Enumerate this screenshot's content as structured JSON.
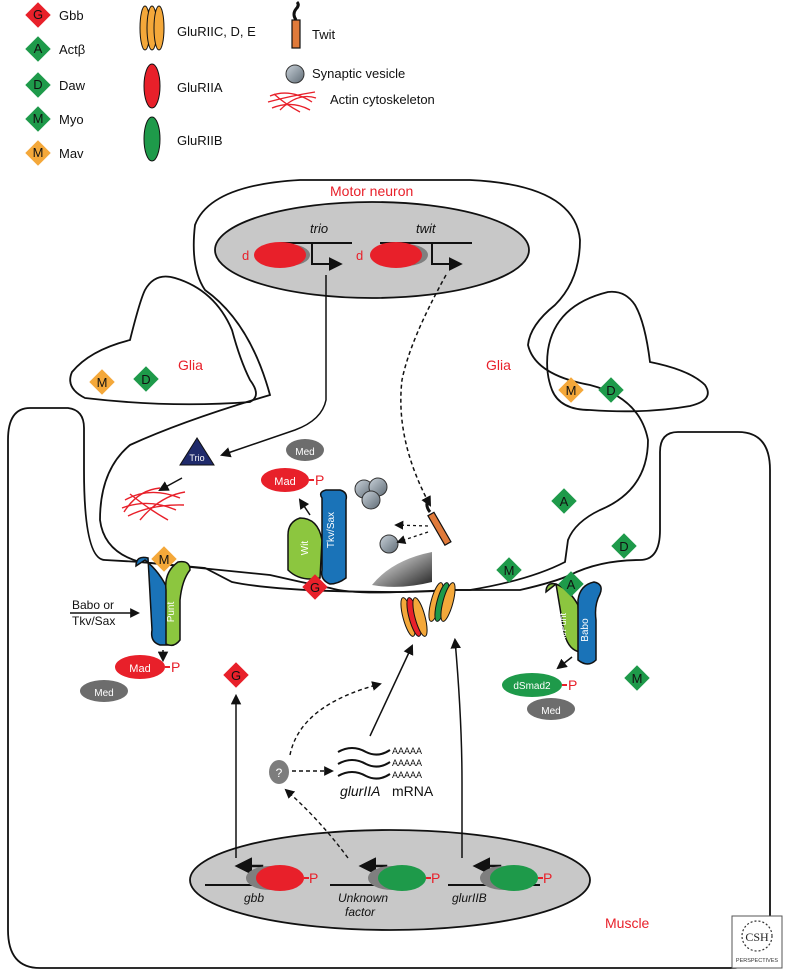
{
  "legend": {
    "ligands": [
      {
        "letter": "G",
        "name": "Gbb",
        "color": "#e8202a"
      },
      {
        "letter": "A",
        "name": "Actβ",
        "color": "#1e9a4a"
      },
      {
        "letter": "D",
        "name": "Daw",
        "color": "#1e9a4a"
      },
      {
        "letter": "M",
        "name": "Myo",
        "color": "#1e9a4a"
      },
      {
        "letter": "M",
        "name": "Mav",
        "color": "#f4a83a"
      }
    ],
    "receptors": [
      {
        "name": "GluRIIC, D, E",
        "color": "#f4a83a"
      },
      {
        "name": "GluRIIA",
        "color": "#e8202a"
      },
      {
        "name": "GluRIIB",
        "color": "#1e9a4a"
      }
    ],
    "other": [
      {
        "name": "Twit"
      },
      {
        "name": "Synaptic vesicle"
      },
      {
        "name": "Actin cytoskeleton"
      }
    ]
  },
  "regions": {
    "motor_neuron": "Motor neuron",
    "glia_left": "Glia",
    "glia_right": "Glia",
    "muscle": "Muscle"
  },
  "neuron_nucleus": {
    "gene1": "trio",
    "gene2": "twit",
    "rep1": "d",
    "rep2": "d"
  },
  "synapse": {
    "trio_protein": "Trio",
    "med_top": "Med",
    "mad_top": "Mad",
    "phos": "P",
    "wit": "Wit",
    "tkv_sax": "Tkv/Sax",
    "gbb_letter": "G",
    "free_gbb_letter": "G",
    "punt": "Punt",
    "mav_letter": "M",
    "left_receptor_note_line1": "Babo or",
    "left_receptor_note_line2": "Tkv/Sax",
    "mad_left": "Mad",
    "med_left": "Med",
    "wit_punt": "Wit/Punt",
    "babo": "Babo",
    "dsmad2": "dSmad2",
    "med_right": "Med",
    "act_letter": "A",
    "daw_letter": "D",
    "myo_letter": "M",
    "glia_left_mav": "M",
    "glia_left_daw": "D",
    "glia_right_mav": "M",
    "glia_right_daw": "D"
  },
  "muscle_cytoplasm": {
    "unknown_mark": "?",
    "polyA": "AAAAA",
    "mrna_gene": "glurIIA",
    "mrna_word": "mRNA"
  },
  "muscle_nucleus": {
    "gene1": "gbb",
    "gene2_line1": "Unknown",
    "gene2_line2": "factor",
    "gene3": "glurIIB",
    "phos": "P"
  },
  "logo": {
    "line1": "CSH",
    "line2": "PERSPECTIVES"
  }
}
